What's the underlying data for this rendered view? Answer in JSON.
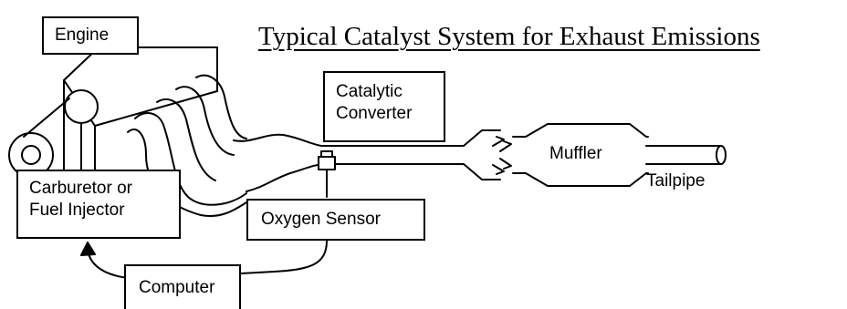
{
  "title": "Typical Catalyst System for Exhaust Emissions",
  "labels": {
    "engine": "Engine",
    "catalytic_converter": [
      "Catalytic",
      "Converter"
    ],
    "muffler": "Muffler",
    "tailpipe": "Tailpipe",
    "carburetor": [
      "Carburetor or",
      "Fuel Injector"
    ],
    "oxygen_sensor": "Oxygen Sensor",
    "computer": "Computer"
  },
  "colors": {
    "line": "#000000",
    "background": "#ffffff"
  }
}
